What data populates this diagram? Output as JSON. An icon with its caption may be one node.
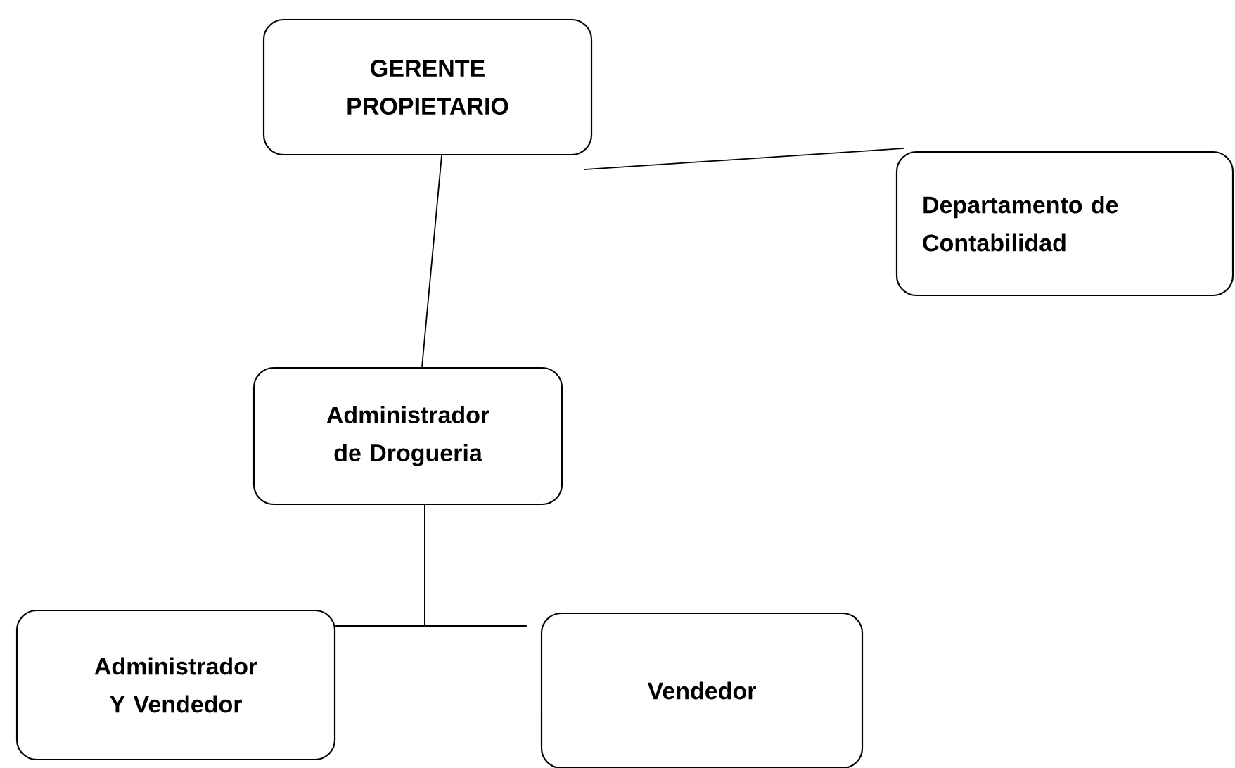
{
  "diagram": {
    "nodes": [
      {
        "text": [
          "GERENTE PROPIETARIO"
        ]
      },
      {
        "text": [
          "Departamento de Contabilidad"
        ]
      },
      {
        "text": [
          "Administrador de Drogueria"
        ]
      },
      {
        "text": [
          "Administrador Y Vendedor"
        ]
      },
      {
        "text": [
          "Vendedor"
        ]
      }
    ],
    "edges": [
      {
        "from": 0,
        "to": 1,
        "arrow": "none"
      },
      {
        "from": 0,
        "to": 2,
        "arrow": "none"
      },
      {
        "from": 2,
        "to": 3,
        "arrow": "none"
      },
      {
        "from": 2,
        "to": 4,
        "arrow": "none"
      }
    ]
  }
}
